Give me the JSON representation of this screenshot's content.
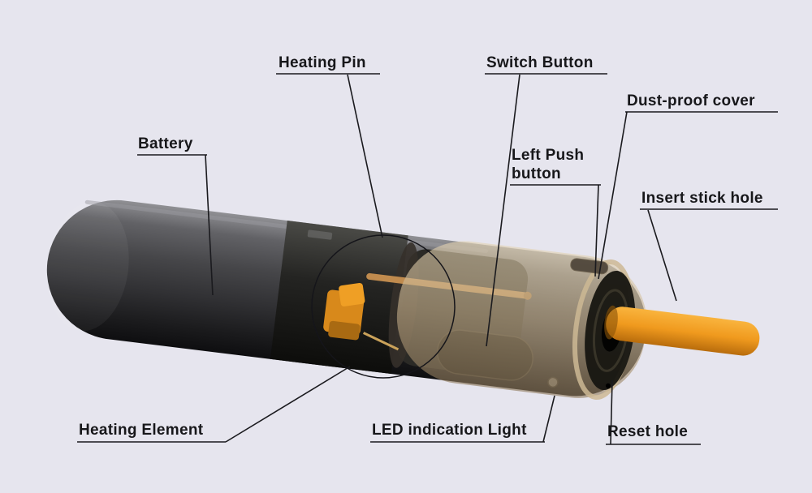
{
  "title": "Heated tobacco device parts diagram",
  "background_color": "#e6e5ee",
  "device": {
    "name": "heated-tobacco-device",
    "body_color": "#3b3b3d",
    "grip_band_color": "#1c1c1a",
    "cover_color": "#c9b493",
    "stick_color": "#f09d22",
    "annotation_circle_color": "#15151a",
    "label_text_color": "#17171a"
  },
  "labels": [
    {
      "id": "battery",
      "text": "Battery"
    },
    {
      "id": "heating-pin",
      "text": "Heating Pin"
    },
    {
      "id": "switch-button",
      "text": "Switch Button"
    },
    {
      "id": "dust-proof-cover",
      "text": "Dust-proof cover"
    },
    {
      "id": "left-push-button",
      "text": "Left Push button"
    },
    {
      "id": "insert-stick-hole",
      "text": "Insert stick hole"
    },
    {
      "id": "heating-element",
      "text": "Heating Element"
    },
    {
      "id": "led-indication-light",
      "text": "LED indication Light"
    },
    {
      "id": "reset-hole",
      "text": "Reset hole"
    }
  ]
}
